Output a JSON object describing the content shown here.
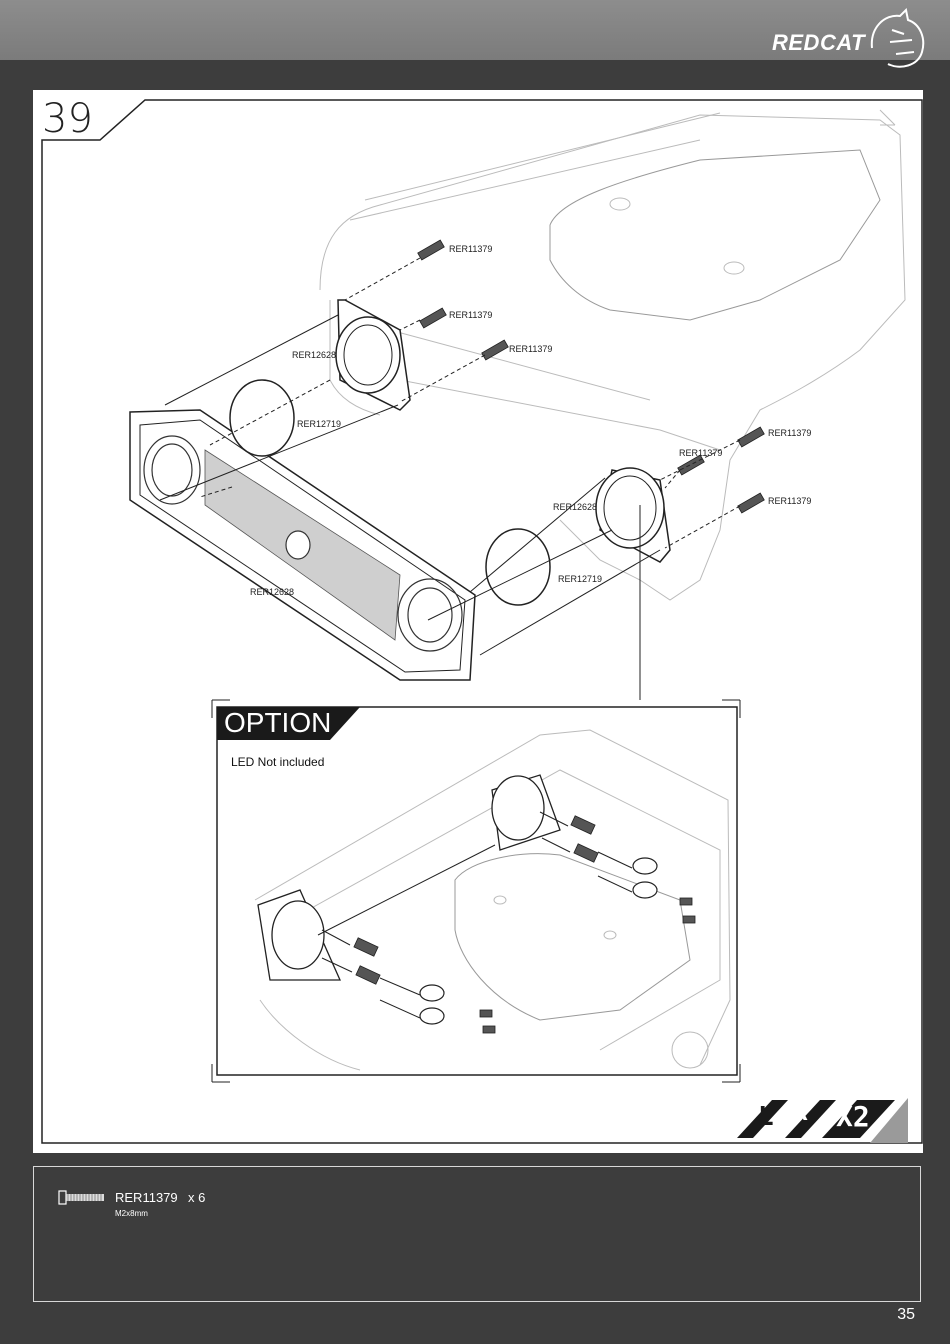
{
  "header": {
    "brand": "REDCAT"
  },
  "step": {
    "number": "39"
  },
  "labels": {
    "screw_a": "RER11379",
    "screw_b": "RER11379",
    "screw_c": "RER11379",
    "screw_d": "RER11379",
    "screw_e": "RER11379",
    "screw_f": "RER11379",
    "housing_left": "RER12628",
    "lens_left": "RER12719",
    "housing_right": "RER12628",
    "lens_right": "RER12719",
    "grille": "RER12628"
  },
  "option": {
    "title": "OPTION",
    "note": "LED Not included"
  },
  "badge": {
    "side_l": "L",
    "side_r": "R",
    "count": "X2"
  },
  "parts_list": [
    {
      "code": "RER11379",
      "qty": "x 6",
      "spec": "M2x8mm"
    }
  ],
  "footer": {
    "page": "35"
  }
}
